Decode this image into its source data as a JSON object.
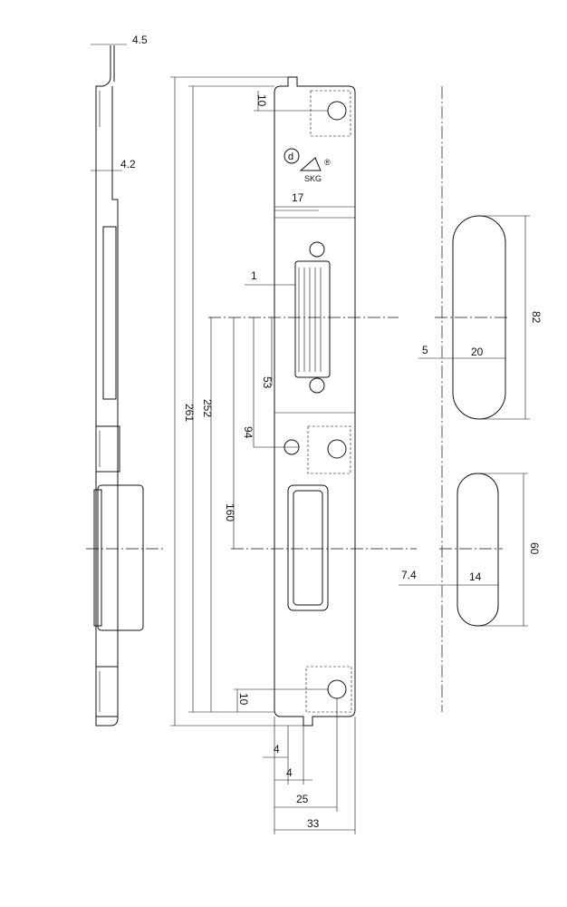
{
  "title": "Strike plate technical drawing",
  "logo": {
    "letter": "d",
    "brand": "SKG",
    "registered": "®"
  },
  "profile_dims": {
    "top_thickness": "4.5",
    "mid_thickness": "4.2"
  },
  "plate_dims": {
    "total_length": "261",
    "hole_span": "252",
    "top_hole_offset": "10",
    "bottom_hole_offset": "10",
    "keeper_width": "17",
    "keeper_gap": "1",
    "keeper_screw": "53",
    "middle_hole": "94",
    "lower_keeper": "160",
    "tab_offset_1": "4",
    "tab_offset_2": "4",
    "hole_x": "25",
    "plate_width": "33"
  },
  "slot_upper": {
    "length": "82",
    "width": "20",
    "offset": "5"
  },
  "slot_lower": {
    "length": "60",
    "width": "14",
    "offset": "7.4"
  }
}
